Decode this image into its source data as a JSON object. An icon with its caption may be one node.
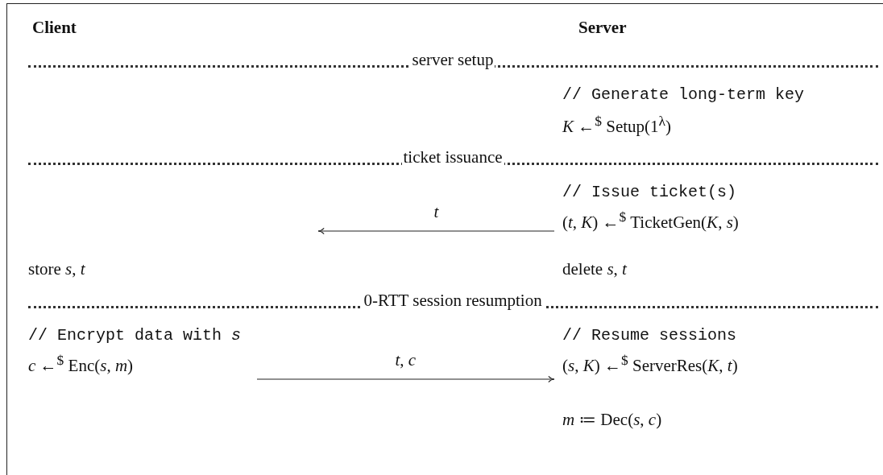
{
  "diagram": {
    "nodes": [
      {
        "text": [
          "// Issue ticket(s)",
          "(*t*, *K*) ←$^{$}$ TicketGen(*K*, *s*)"
        ]
      },
      {
        "text": [
          "// Encrypt data with *s*",
          "*c* ←$^{$}$ Enc(*s*, *m*)"
        ]
      },
      {
        "text": [
          "// Resume sessions",
          "(*s*, *K*) ←$^{$}$ ServerRes(*K*, *t*)"
        ]
      }
    ],
    "edges": [
      {
        "from": 0,
        "to": null,
        "arrow": "to",
        "label": "*t*"
      },
      {
        "from": 1,
        "to": 2,
        "arrow": "to",
        "label": "*t*, *c*"
      }
    ],
    "labels": [
      "Client",
      "Server",
      "server setup",
      "// Generate long-term key",
      "*K* ←$^{$}$ Setup(1$^{λ}$)",
      "ticket issuance",
      "store *s*, *t*",
      "delete *s*, *t*",
      "0-RTT session resumption",
      "*m* ≔ Dec(*s*, *c*)"
    ]
  }
}
